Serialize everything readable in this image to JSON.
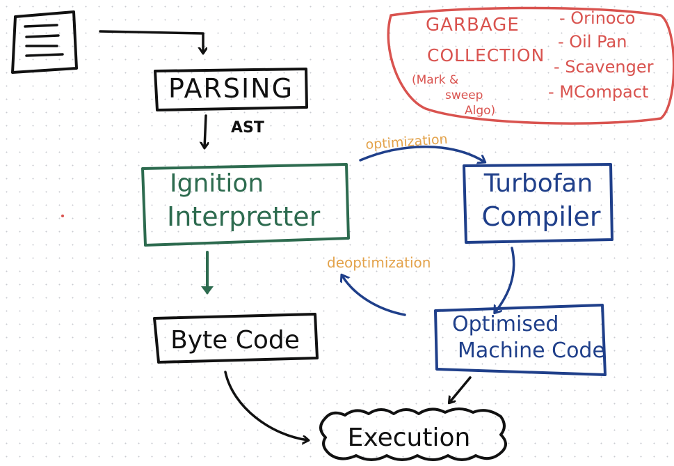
{
  "colors": {
    "ink": "#111111",
    "green": "#2d6b4f",
    "blue": "#1f3f8a",
    "red": "#d9534f",
    "orange": "#e3a24a"
  },
  "icons": {
    "source_file": "document-icon"
  },
  "nodes": {
    "parsing": "PARSING",
    "ignition_line1": "Ignition",
    "ignition_line2": "Interpretter",
    "turbofan_line1": "Turbofan",
    "turbofan_line2": "Compiler",
    "bytecode": "Byte Code",
    "optimised_line1": "Optimised",
    "optimised_line2": "Machine Code",
    "execution": "Execution"
  },
  "edge_labels": {
    "ast": "AST",
    "optimization": "optimization",
    "deoptimization": "deoptimization"
  },
  "garbage_collection": {
    "title_line1": "GARBAGE",
    "title_line2": "COLLECTION",
    "note_line1": "(Mark &",
    "note_line2": "sweep",
    "note_line3": "Algo)",
    "items": [
      "- Orinoco",
      "- Oil Pan",
      "- Scavenger",
      "- MCompact"
    ]
  }
}
